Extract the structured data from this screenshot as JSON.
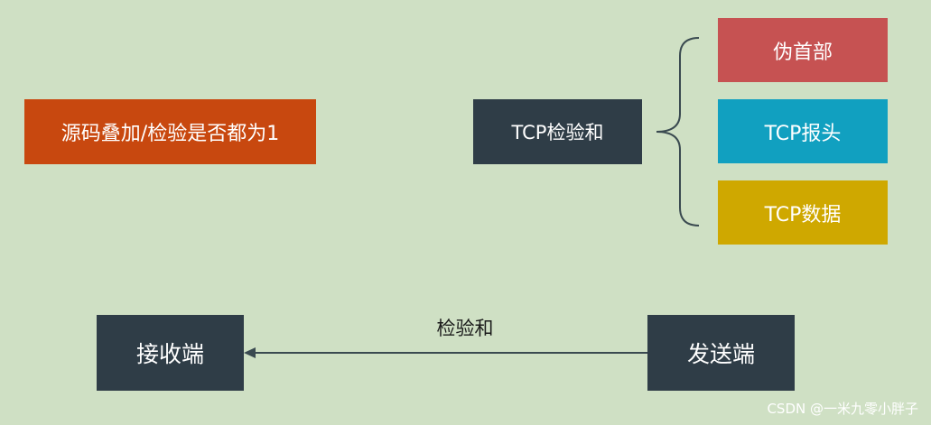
{
  "rule_box": {
    "label": "源码叠加/检验是否都为1"
  },
  "checksum_box": {
    "label": "TCP检验和"
  },
  "components": [
    {
      "label": "伪首部"
    },
    {
      "label": "TCP报头"
    },
    {
      "label": "TCP数据"
    }
  ],
  "receiver": {
    "label": "接收端"
  },
  "sender": {
    "label": "发送端"
  },
  "arrow": {
    "label": "检验和"
  },
  "watermark": "CSDN @一米九零小胖子",
  "colors": {
    "background": "#cfe0c4",
    "rule_box": "#c8480f",
    "dark_box": "#2f3d47",
    "pseudo_header": "#c65252",
    "tcp_header": "#11a0c0",
    "tcp_data": "#cfa800",
    "connector": "#3a4a50"
  }
}
